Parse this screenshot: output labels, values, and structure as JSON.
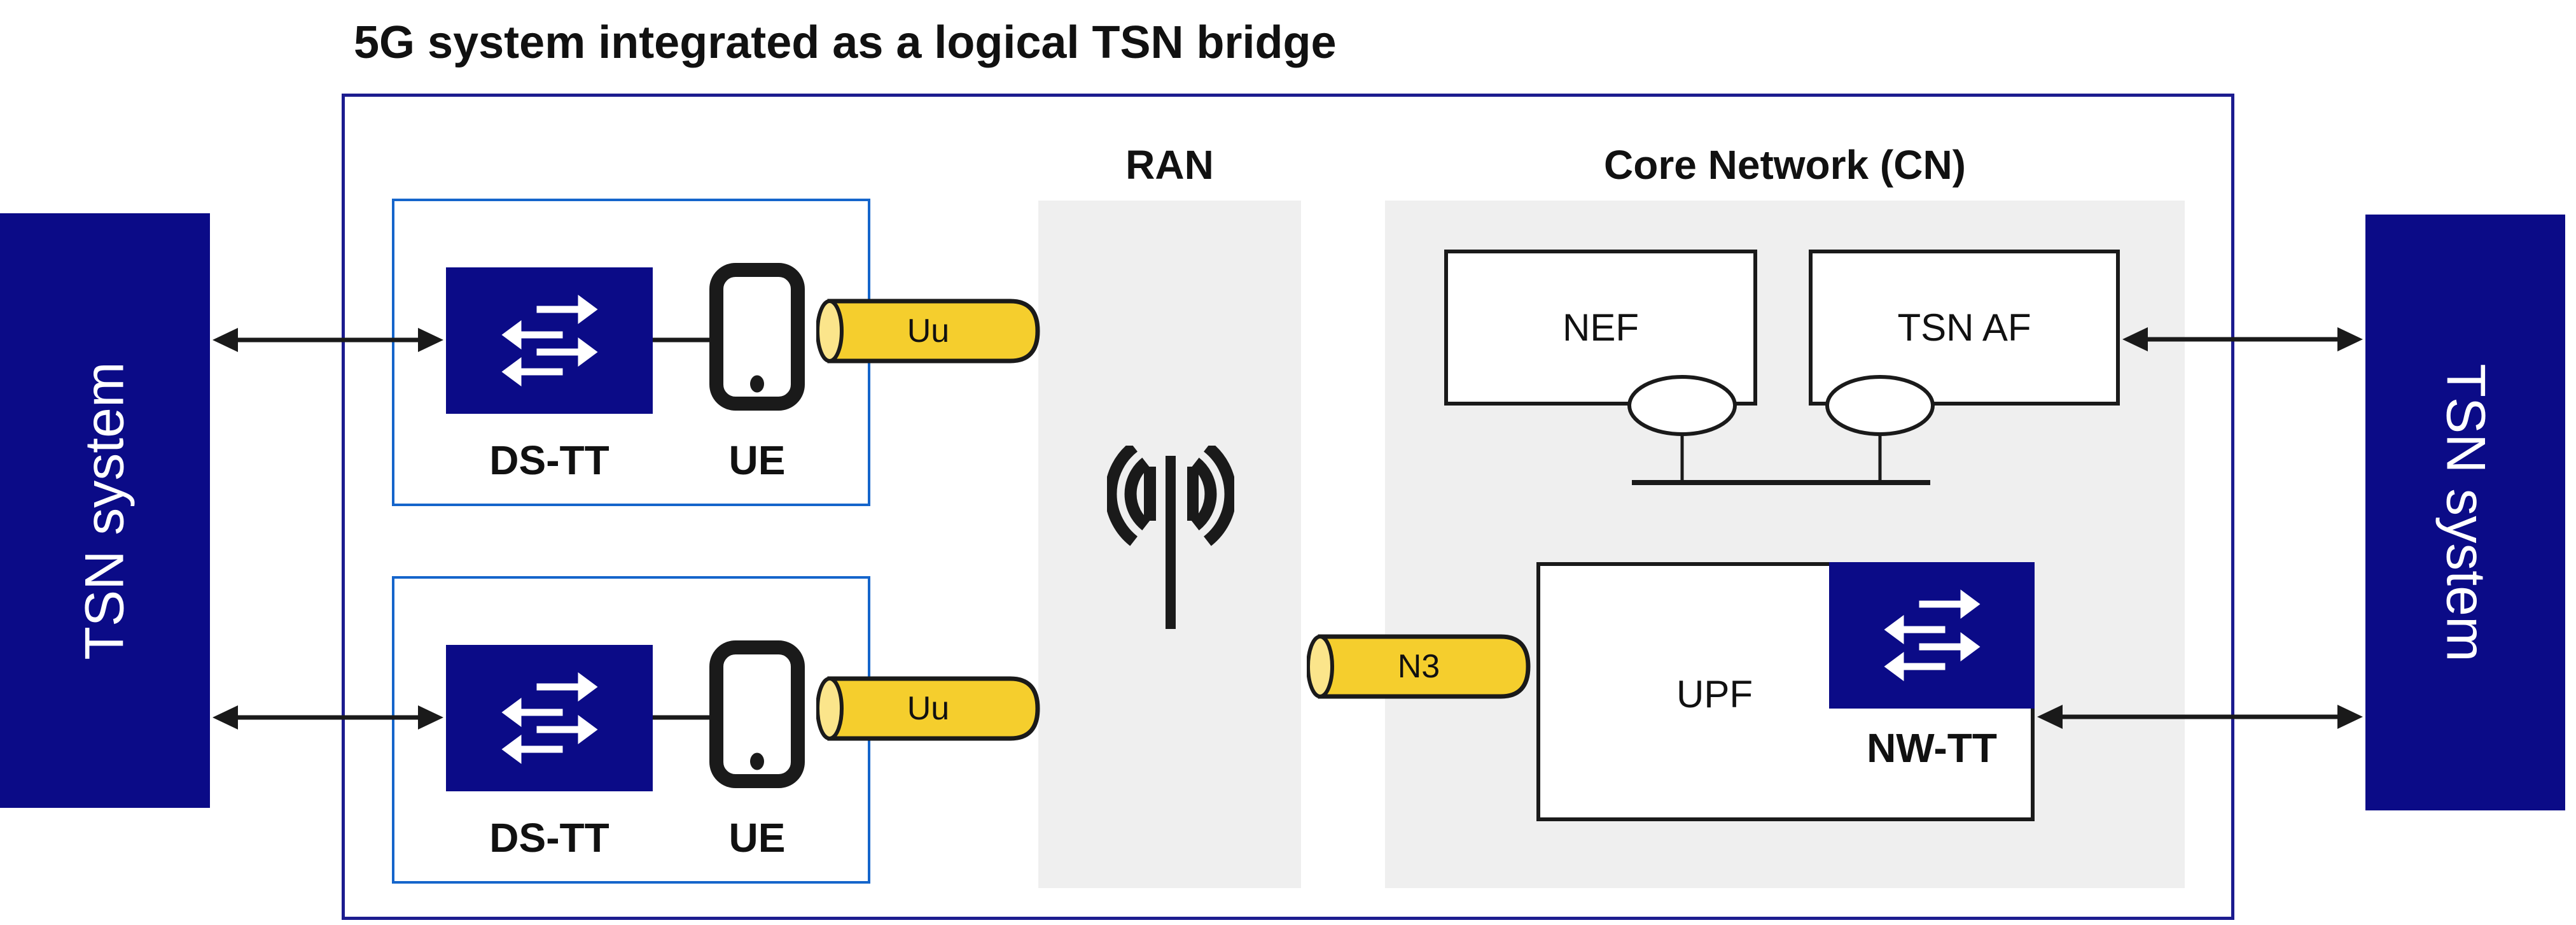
{
  "title": "5G system integrated as a logical TSN bridge",
  "colors": {
    "navy": "#0b0b87",
    "main-border": "#1c1c8f",
    "sub-border": "#1565cb",
    "yellow": "#f5ce2d",
    "yellow-light": "#fbe58b",
    "panel-gray": "#efefef",
    "ink": "#1a1a1a"
  },
  "left_system": {
    "label": "TSN system"
  },
  "right_system": {
    "label": "TSN system"
  },
  "bridge": {
    "ran_label": "RAN",
    "cn_label": "Core Network (CN)",
    "nef_label": "NEF",
    "tsn_af_label": "TSN AF",
    "upf_label": "UPF",
    "nw_tt_label": "NW-TT",
    "n3_label": "N3"
  },
  "ue_units": [
    {
      "ds_tt_label": "DS-TT",
      "ue_label": "UE",
      "uu_label": "Uu"
    },
    {
      "ds_tt_label": "DS-TT",
      "ue_label": "UE",
      "uu_label": "Uu"
    }
  ],
  "icons": {
    "switch": "switch-arrows-icon",
    "antenna": "cell-tower-icon",
    "phone": "smartphone-icon",
    "pipe": "interface-cylinder"
  }
}
